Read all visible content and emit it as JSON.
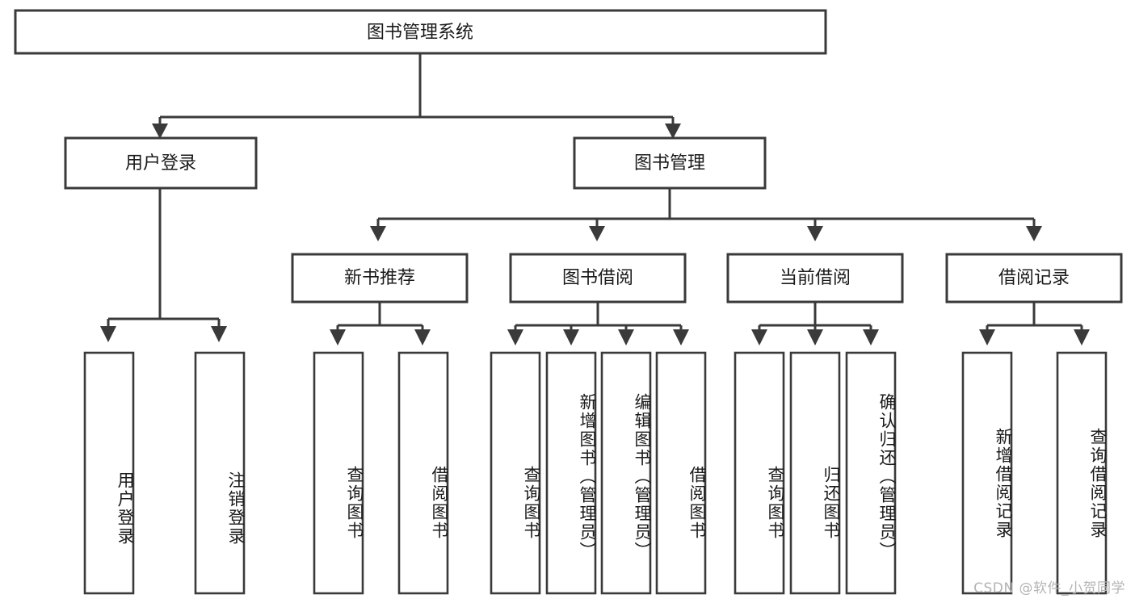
{
  "diagram": {
    "type": "tree-hierarchy",
    "title": "图书管理系统",
    "watermark": "CSDN @软件_小贺同学",
    "colors": {
      "stroke": "#3a3a3a",
      "box_fill": "#ffffff",
      "text": "#1a1a1a",
      "background": "#ffffff",
      "watermark": "#b4b4b4"
    },
    "root": {
      "label": "图书管理系统"
    },
    "level2": [
      {
        "label": "用户登录"
      },
      {
        "label": "图书管理"
      }
    ],
    "level3": [
      {
        "label": "新书推荐"
      },
      {
        "label": "图书借阅"
      },
      {
        "label": "当前借阅"
      },
      {
        "label": "借阅记录"
      }
    ],
    "leaves": {
      "user_login": [
        {
          "label": "用户登录"
        },
        {
          "label": "注销登录"
        }
      ],
      "new_book_recommend": [
        {
          "label": "查询图书"
        },
        {
          "label": "借阅图书"
        }
      ],
      "book_borrow": [
        {
          "label": "查询图书"
        },
        {
          "label": "新增图书（管理员）"
        },
        {
          "label": "编辑图书（管理员）"
        },
        {
          "label": "借阅图书"
        }
      ],
      "current_borrow": [
        {
          "label": "查询图书"
        },
        {
          "label": "归还图书"
        },
        {
          "label": "确认归还（管理员）"
        }
      ],
      "borrow_records": [
        {
          "label": "新增借阅记录"
        },
        {
          "label": "查询借阅记录"
        }
      ]
    }
  }
}
